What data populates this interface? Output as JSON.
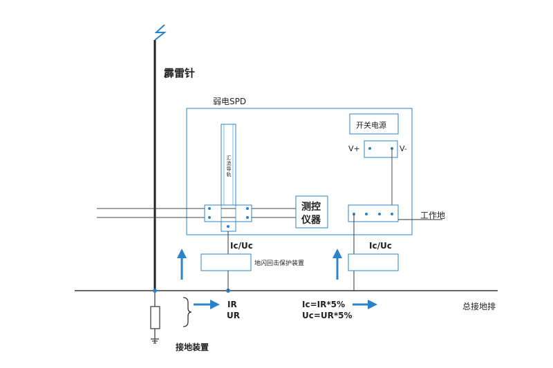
{
  "labels": {
    "lightning_rod": "霹雷针",
    "weak_spd": "弱电SPD",
    "switch_power": "开关电源",
    "v_plus": "V+",
    "v_minus": "V-",
    "rail": "汇流导轨",
    "monitor_line1": "测控",
    "monitor_line2": "仪器",
    "work_ground": "工作地",
    "ic_uc_left": "Ic/Uc",
    "ic_uc_right": "Ic/Uc",
    "backflash": "地闪回击保护装置",
    "ir": "IR",
    "ur": "UR",
    "ic_formula": "Ic=IR*5%",
    "uc_formula": "Uc=UR*5%",
    "main_bus": "总接地排",
    "grounding_device": "接地装置"
  },
  "colors": {
    "accent": "#2a82c8",
    "line": "#333333",
    "text": "#222222"
  }
}
